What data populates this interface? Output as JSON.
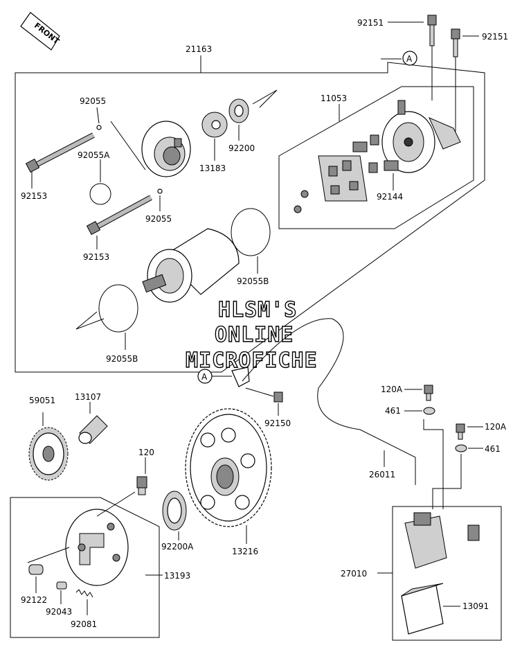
{
  "front_tag": "FRONT",
  "ref_a": "A",
  "watermark": [
    "HLSM'S",
    "ONLINE",
    "MICROFICHE"
  ],
  "parts": {
    "starter_motor": "21163",
    "bolt_right": "92151",
    "bolt_top": "92151",
    "oring_small_top": "92055",
    "oring_mid": "92055A",
    "bolt_left_top": "92153",
    "oring_small_mid": "92055",
    "bolt_left_mid": "92153",
    "shim": "13183",
    "washer": "92200",
    "brush_holder": "11053",
    "spring": "92144",
    "oring_big_right": "92055B",
    "oring_big_left": "92055B",
    "bolt_ground": "92150",
    "gear": "59051",
    "shaft": "13107",
    "bolt_one_way": "120",
    "washer_a": "92200A",
    "one_way_clutch": "13193",
    "sprocket": "13216",
    "roller": "92122",
    "pin": "92043",
    "clutch_spring": "92081",
    "bolt_relay_a": "120A",
    "bolt_relay_b": "120A",
    "nut_a": "461",
    "nut_b": "461",
    "cable": "26011",
    "relay": "27010",
    "relay_cover": "13091"
  }
}
